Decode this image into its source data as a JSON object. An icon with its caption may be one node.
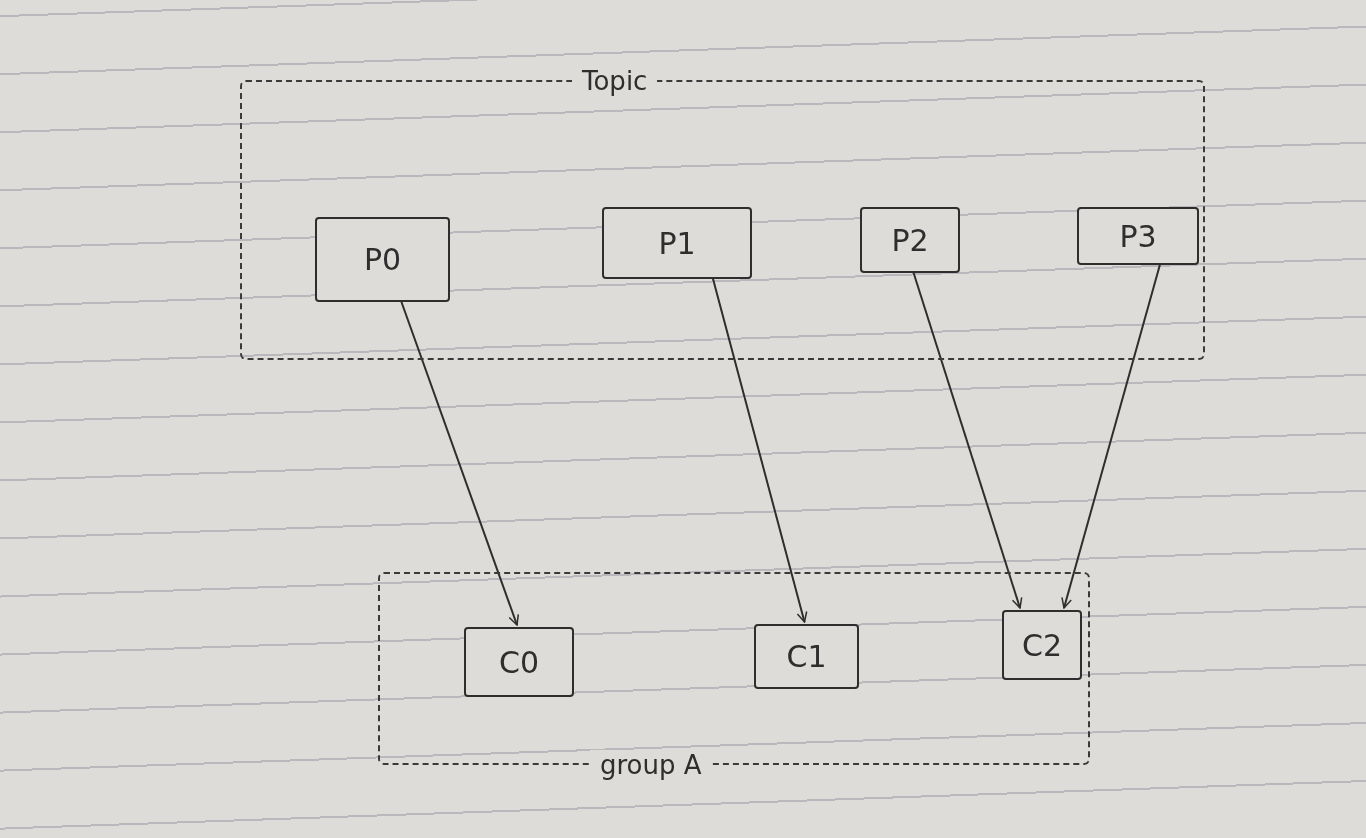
{
  "diagram": {
    "nodes": [
      {
        "text": [
          "Topic"
        ]
      },
      {
        "text": [
          "P0"
        ],
        "in": 0
      },
      {
        "text": [
          "P1"
        ],
        "in": 0
      },
      {
        "text": [
          "P2"
        ],
        "in": 0
      },
      {
        "text": [
          "P3"
        ],
        "in": 0
      },
      {
        "text": [
          "group A"
        ]
      },
      {
        "text": [
          "C0"
        ],
        "in": 5
      },
      {
        "text": [
          "C1"
        ],
        "in": 5
      },
      {
        "text": [
          "C2"
        ],
        "in": 5
      }
    ],
    "edges": [
      {
        "from": 1,
        "to": 6,
        "arrow": "to"
      },
      {
        "from": 2,
        "to": 7,
        "arrow": "to"
      },
      {
        "from": 3,
        "to": 8,
        "arrow": "to"
      },
      {
        "from": 4,
        "to": 8,
        "arrow": "to"
      }
    ]
  }
}
